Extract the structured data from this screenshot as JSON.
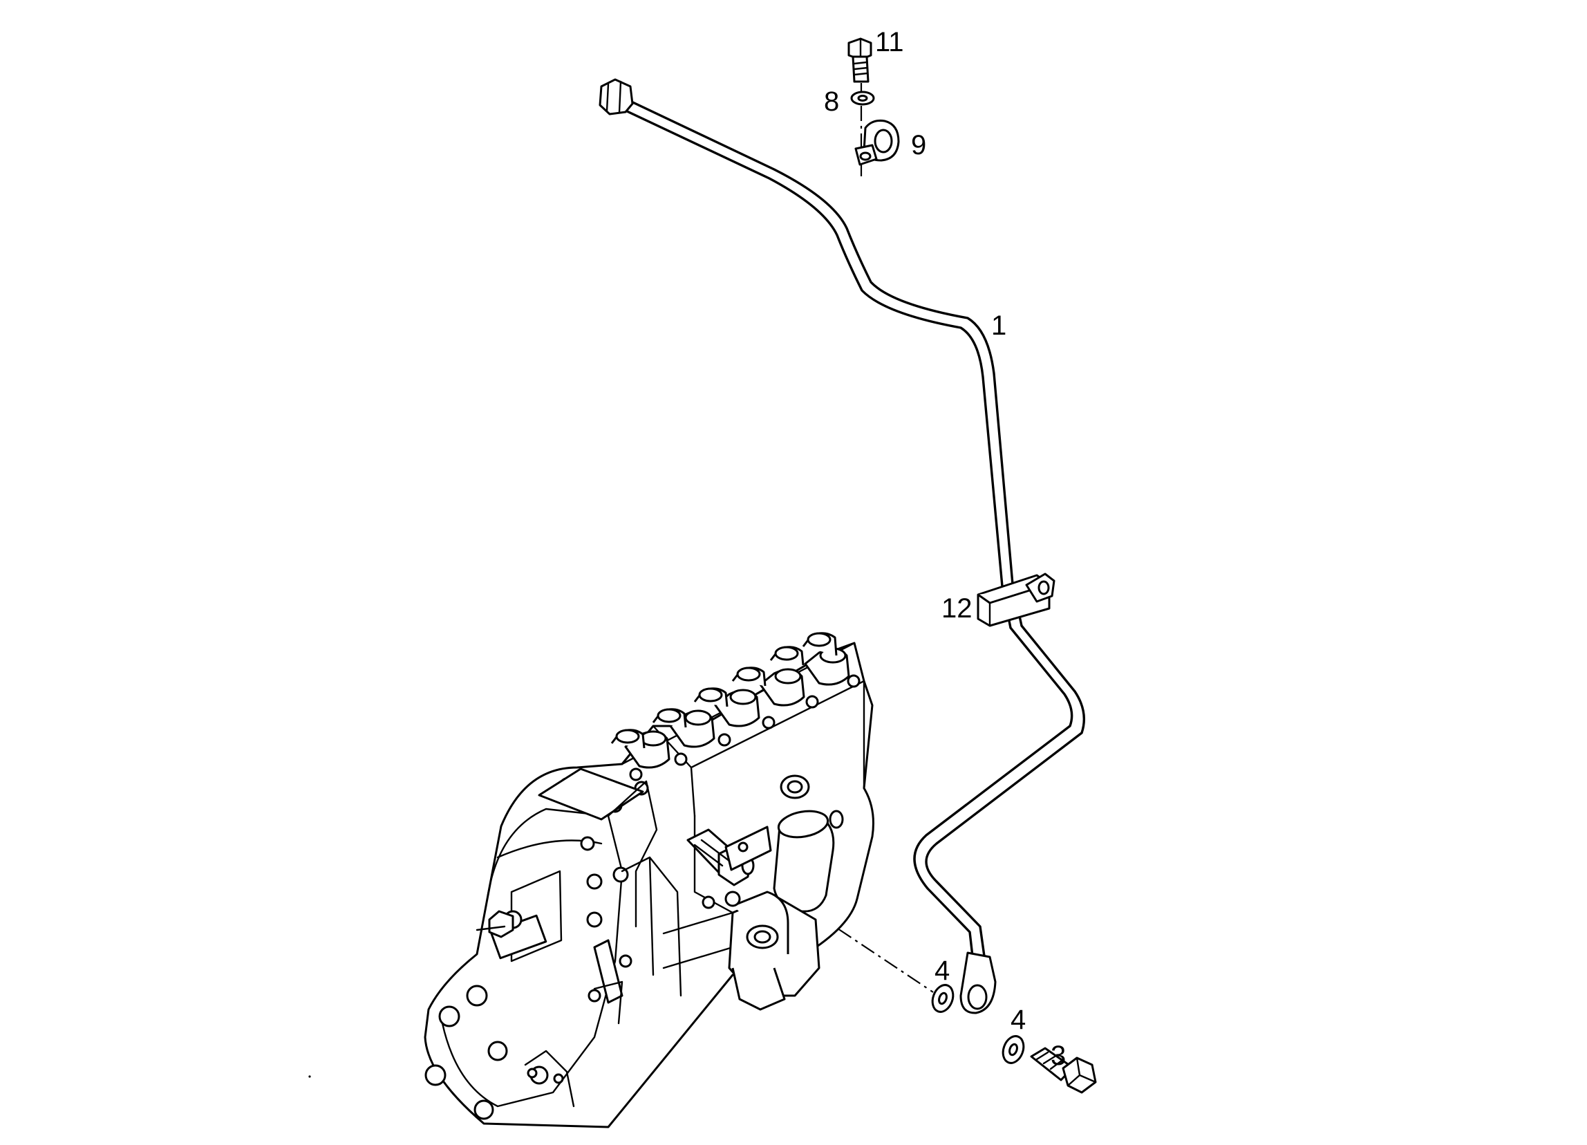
{
  "diagram": {
    "callouts": [
      {
        "id": "c1",
        "text": "1"
      },
      {
        "id": "c3",
        "text": "3"
      },
      {
        "id": "c4a",
        "text": "4"
      },
      {
        "id": "c4b",
        "text": "4"
      },
      {
        "id": "c8",
        "text": "8"
      },
      {
        "id": "c9",
        "text": "9"
      },
      {
        "id": "c11",
        "text": "11"
      },
      {
        "id": "c12",
        "text": "12"
      }
    ]
  }
}
